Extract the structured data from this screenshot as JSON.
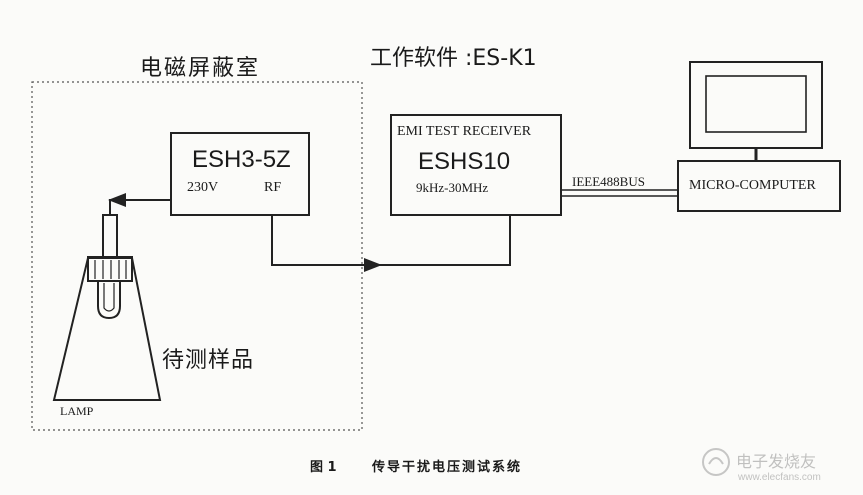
{
  "shielded_room": {
    "label": "电磁屏蔽室"
  },
  "software": {
    "label": "工作软件 :ES-K1"
  },
  "lisn": {
    "model": "ESH3-5Z",
    "port_power": "230V",
    "port_rf": "RF"
  },
  "receiver": {
    "title": "EMI TEST RECEIVER",
    "model": "ESHS10",
    "range": "9kHz-30MHz"
  },
  "bus": {
    "label": "IEEE488BUS"
  },
  "computer": {
    "label": "MICRO-COMPUTER"
  },
  "sample": {
    "label": "待测样品",
    "lamp_label": "LAMP"
  },
  "caption": {
    "figure": "图 1",
    "title": "传导干扰电压测试系统"
  },
  "watermark": {
    "text": "电子发烧友",
    "url": "www.elecfans.com"
  },
  "colors": {
    "ink": "#222222",
    "background": "#fbfbf9"
  }
}
